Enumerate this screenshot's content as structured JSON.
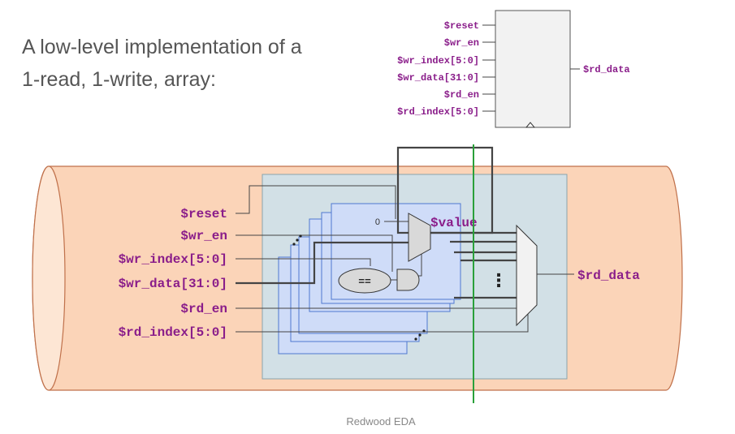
{
  "slide": {
    "title": "A low-level implementation of a 1-read, 1-write, array:",
    "footer": "Redwood EDA"
  },
  "block_symbol": {
    "inputs": [
      "$reset",
      "$wr_en",
      "$wr_index[5:0]",
      "$wr_data[31:0]",
      "$rd_en",
      "$rd_index[5:0]"
    ],
    "output": "$rd_data"
  },
  "array_diagram": {
    "inputs": [
      "$reset",
      "$wr_en",
      "$wr_index[5:0]",
      "$wr_data[31:0]",
      "$rd_en",
      "$rd_index[5:0]"
    ],
    "value_label": "$value",
    "mux_zero": "0",
    "comparator": "==",
    "output": "$rd_data",
    "ellipsis": "⋮"
  },
  "colors": {
    "cylinder_fill": "#fbd4b8",
    "cylinder_stroke": "#c0714b",
    "box_fill": "#d2e0e6",
    "entry_fill": "#cfdcf8",
    "entry_stroke": "#4f78d0",
    "signal_text": "#8a1d8a",
    "stage_line": "#2aa03a"
  }
}
